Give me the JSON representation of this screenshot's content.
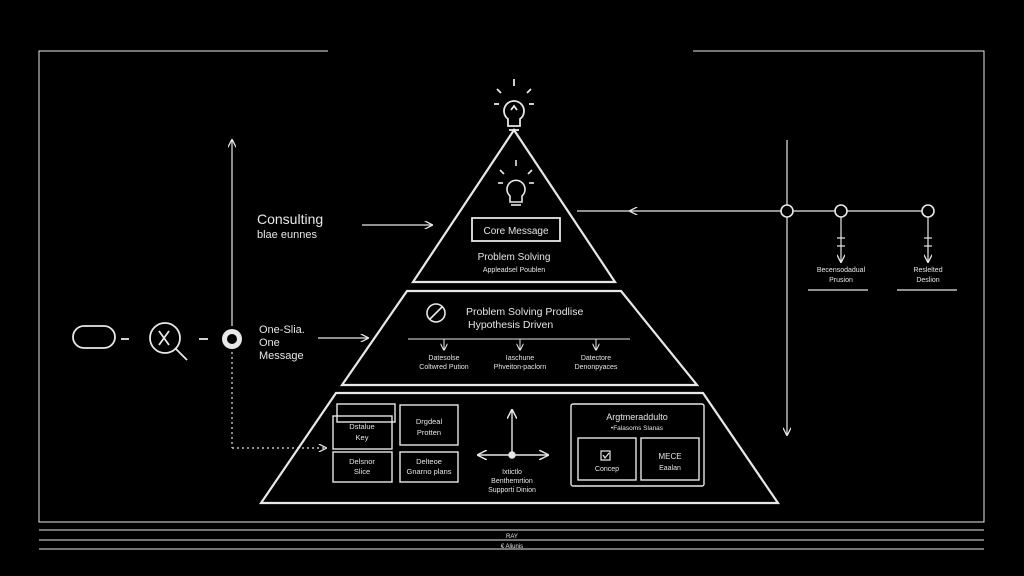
{
  "left_labels": {
    "consulting": [
      "Consulting",
      "blae eunnes"
    ],
    "one_slide": [
      "One-Slia.",
      "One",
      "Message"
    ]
  },
  "top_tier": {
    "core_message": "Core Message",
    "caption_lines": [
      "Problem Solving",
      "Appleadsel Poublen"
    ]
  },
  "middle_tier": {
    "title_lines": [
      "Problem Solving Prodlise",
      "Hypothesis Driven"
    ],
    "columns": [
      [
        "Datesolse",
        "Coltwred Pution"
      ],
      [
        "Iaschune",
        "Phveiton-paclorn"
      ],
      [
        "Datectore",
        "Denonpyaces"
      ]
    ]
  },
  "bottom_tier": {
    "left_boxes": [
      [
        "Dstalue",
        "Key"
      ],
      [
        "Drgdeal",
        "Protten"
      ],
      [
        "Delsnor",
        "Slice"
      ],
      [
        "Delteoe",
        "Gnarno plans"
      ]
    ],
    "center_caption": [
      "Ixtictlo",
      "Benthemrtion",
      "Supporti Dinion"
    ],
    "right_panel": {
      "title_lines": [
        "Argtmeraddulto",
        "•Falasoms Slanas"
      ],
      "left_box": "Concep",
      "right_box": [
        "MECE",
        "Eaalan"
      ]
    }
  },
  "right_side": {
    "labels": [
      [
        "Becensodadual",
        "Prusion"
      ],
      [
        "Reslelted",
        "Deslion"
      ]
    ]
  },
  "footer": {
    "line1": "RAY",
    "line2": "€ Aliunis"
  },
  "colors": {
    "background": "#000000",
    "stroke": "#e8e8e8"
  }
}
